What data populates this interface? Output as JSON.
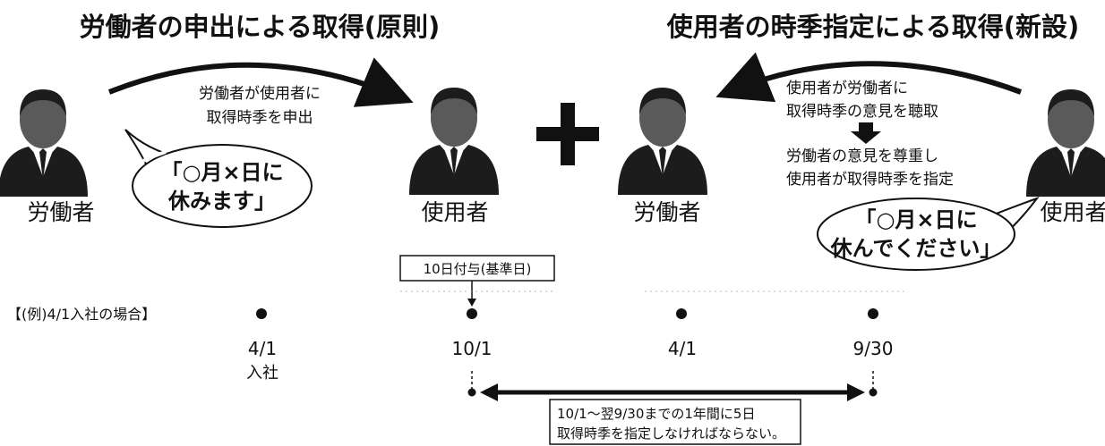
{
  "left_section": {
    "title": "労働者の申出による取得(原則)",
    "worker_label": "労働者",
    "employer_label": "使用者",
    "arrow_note_line1": "労働者が使用者に",
    "arrow_note_line2": "取得時季を申出",
    "speech_line1": "「○月×日に",
    "speech_line2": "休みます」"
  },
  "plus_sign": "+",
  "right_section": {
    "title": "使用者の時季指定による取得(新設)",
    "worker_label": "労働者",
    "employer_label": "使用者",
    "note_line1": "使用者が労働者に",
    "note_line2": "取得時季の意見を聴取",
    "note_line3": "労働者の意見を尊重し",
    "note_line4": "使用者が取得時季を指定",
    "speech_line1": "「○月×日に",
    "speech_line2": "休んでください」"
  },
  "timeline": {
    "example_label": "【(例)4/1入社の場合】",
    "grant_label": "10日付与(基準日)",
    "points": [
      {
        "date": "4/1",
        "sub": "入社"
      },
      {
        "date": "10/1",
        "sub": ""
      },
      {
        "date": "4/1",
        "sub": ""
      },
      {
        "date": "9/30",
        "sub": ""
      }
    ],
    "period_note_line1": "10/1～翌9/30までの1年間に5日",
    "period_note_line2": "取得時季を指定しなければならない。"
  },
  "colors": {
    "ink": "#111111",
    "person_dark": "#1c1c1c",
    "person_face": "#5a5a5a",
    "dotted": "#b8b8b8"
  }
}
